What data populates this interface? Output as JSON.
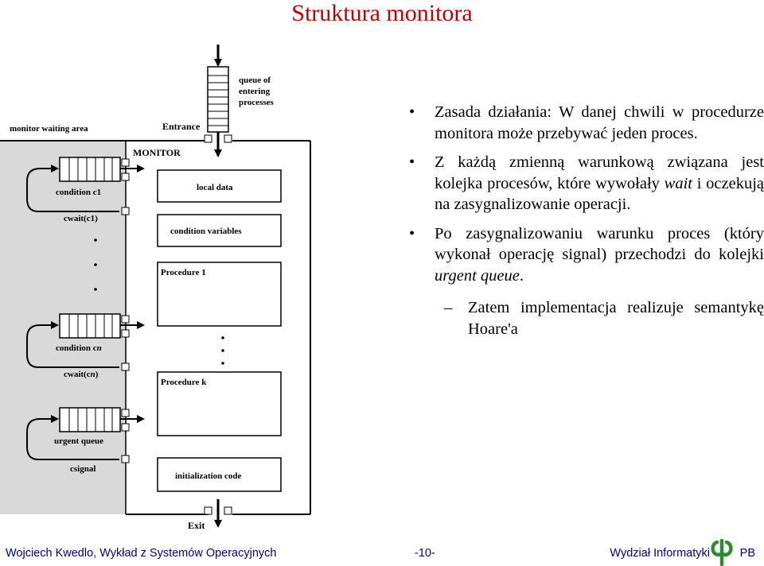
{
  "slide": {
    "title": "Struktura monitora"
  },
  "diagram": {
    "queue_of_entering_processes": [
      "queue of",
      "entering",
      "processes"
    ],
    "entrance": "Entrance",
    "monitor_waiting_area": "monitor waiting area",
    "monitor": "MONITOR",
    "local_data": "local data",
    "condition_variables": "condition variables",
    "procedure_1": "Procedure 1",
    "procedure_k": "Procedure k",
    "initialization_code": "initialization code",
    "condition_c1": "condition c1",
    "cwait_c1": "cwait(c1)",
    "condition_cn_prefix": "condition c",
    "condition_cn_suffix": "n",
    "cwait_cn_prefix": "cwait(c",
    "cwait_cn_italic": "n",
    "cwait_cn_suffix": ")",
    "urgent_queue": "urgent queue",
    "csignal": "csignal",
    "exit": "Exit"
  },
  "bullets": [
    {
      "text": "Zasada działania: W danej chwili w procedurze monitora może przebywać jeden proces."
    },
    {
      "text_before": "Z każdą zmienną warunkową związana jest kolejka procesów, które wywołały ",
      "italic": "wait",
      "text_after": " i oczekują na zasygnalizowanie operacji."
    },
    {
      "text_before": "Po zasygnalizowaniu warunku proces (który wykonał operację signal) przechodzi do kolejki ",
      "italic": "urgent queue",
      "text_after": "."
    }
  ],
  "sub_bullet": "Zatem implementacja realizuje semantykę Hoare'a",
  "footer": {
    "author": "Wojciech Kwedlo, Wykład z Systemów Operacyjnych",
    "page": "-10-",
    "faculty": "Wydział Informatyki",
    "pb": "PB"
  },
  "colors": {
    "title": "#c00000",
    "footer_text": "#00008b",
    "waiting_area": "#d9d9d9",
    "logo": "#2e8b2e"
  }
}
